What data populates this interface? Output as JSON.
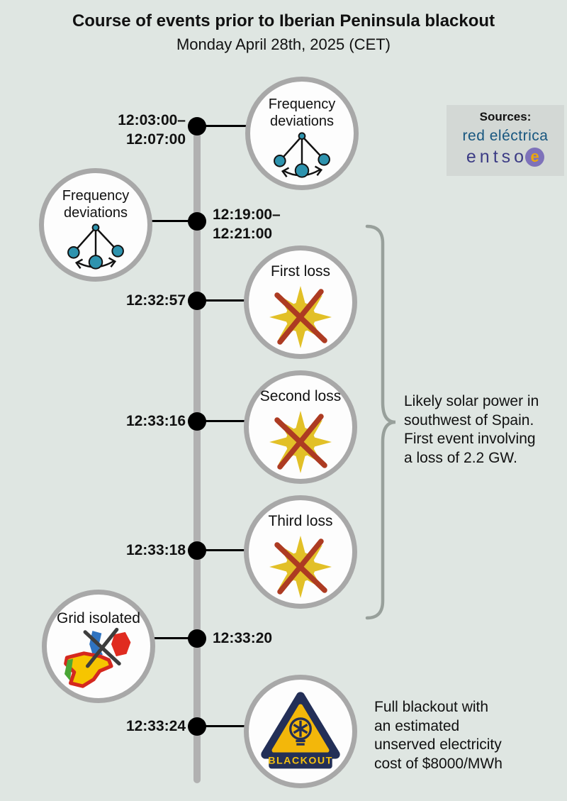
{
  "header": {
    "title": "Course of events prior to Iberian Peninsula blackout",
    "subtitle": "Monday April 28th, 2025 (CET)"
  },
  "sources": {
    "label": "Sources:",
    "red_electrica": "red eléctrica",
    "entsoe_prefix": "entso",
    "entsoe_suffix": "e"
  },
  "events": [
    {
      "time": "12:03:00–\n12:07:00",
      "label": "Frequency deviations",
      "icon": "pendulum",
      "side": "right"
    },
    {
      "time": "12:19:00–\n12:21:00",
      "label": "Frequency deviations",
      "icon": "pendulum",
      "side": "left"
    },
    {
      "time": "12:32:57",
      "label": "First loss",
      "icon": "sun-crossed",
      "side": "right"
    },
    {
      "time": "12:33:16",
      "label": "Second loss",
      "icon": "sun-crossed",
      "side": "right"
    },
    {
      "time": "12:33:18",
      "label": "Third loss",
      "icon": "sun-crossed",
      "side": "right"
    },
    {
      "time": "12:33:20",
      "label": "Grid isolated",
      "icon": "grid-isolated",
      "side": "left"
    },
    {
      "time": "12:33:24",
      "label": "",
      "icon": "blackout",
      "badge": "BLACKOUT",
      "side": "right"
    }
  ],
  "notes": {
    "solar": "Likely solar power in\nsouthwest of Spain.\nFirst event involving\na loss of 2.2 GW.",
    "blackout": "Full blackout with\nan estimated\nunserved electricity\ncost of $8000/MWh"
  },
  "colors": {
    "background": "#dfe6e2",
    "timeline_gray": "#b1b1b1",
    "circle_border": "#a8a8a8",
    "pendulum_teal": "#2e93ae",
    "sun_yellow": "#e2c027",
    "cross_red": "#ad3b22",
    "blackout_navy": "#232f57",
    "badge_yellow": "#f3b70a",
    "brace_gray": "#98a09b",
    "red_electrica_blue": "#17567f",
    "entsoe_purple": "#3c3c85"
  }
}
